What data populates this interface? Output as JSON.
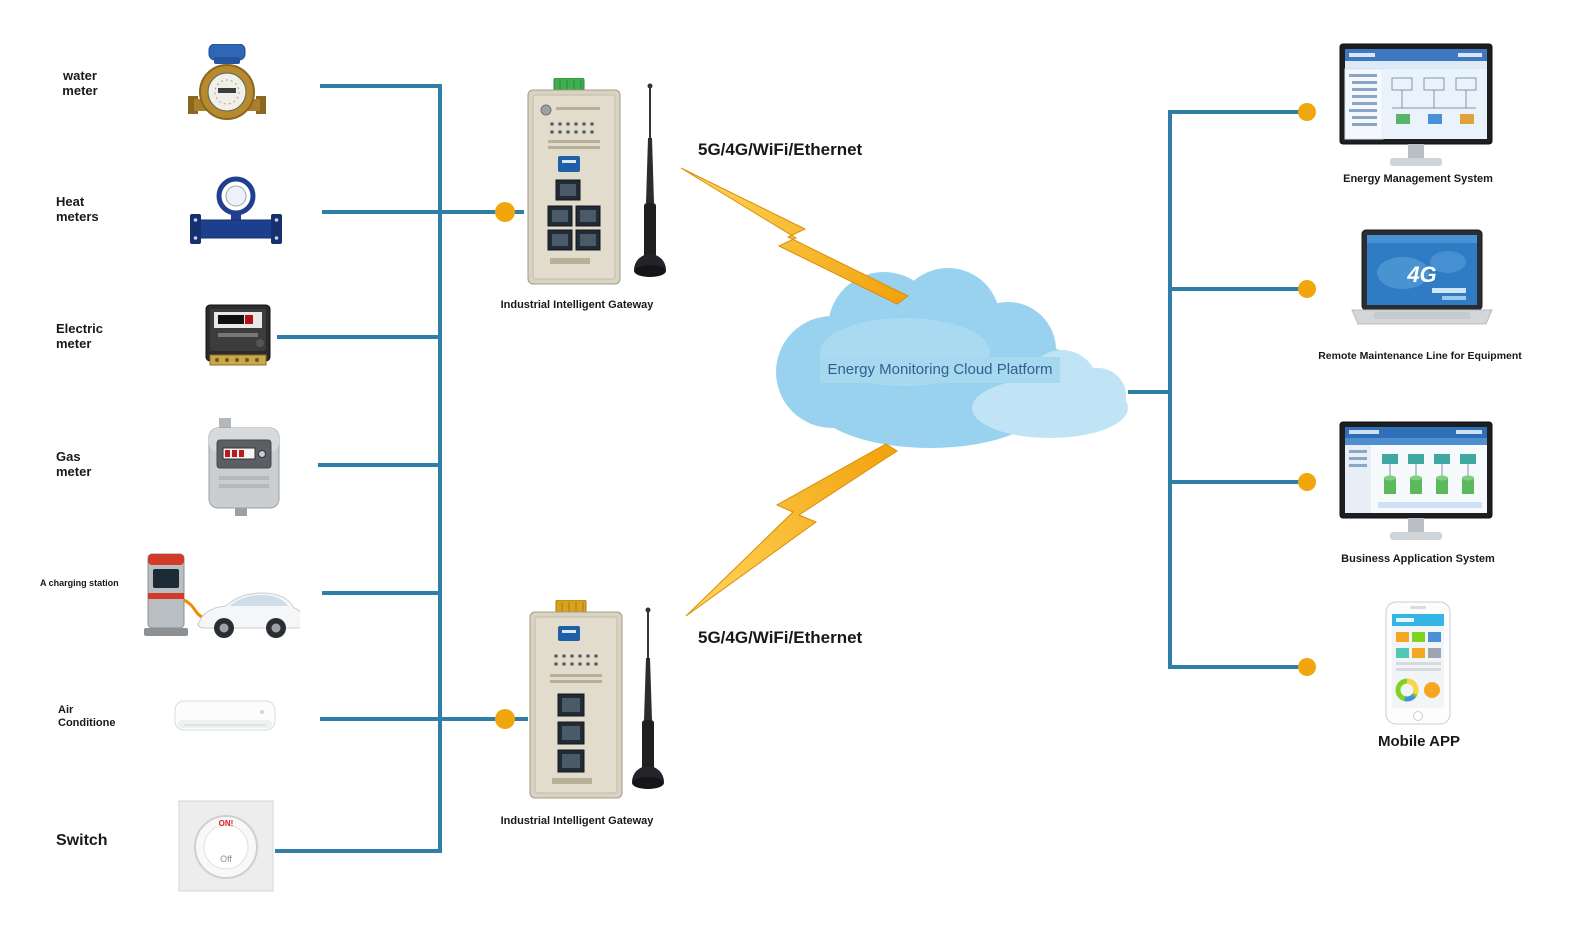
{
  "colors": {
    "line_blue": "#2e7ea8",
    "dot_orange": "#f2a60d",
    "cloud_blue": "#99d2ee",
    "cloud_blue_light": "#c0e4f6",
    "cloud_text_bg": "#a6d8f0",
    "cloud_text_color": "#31608f"
  },
  "left_devices": [
    {
      "label": "water\nmeter"
    },
    {
      "label": "Heat\nmeters"
    },
    {
      "label": "Electric\nmeter"
    },
    {
      "label": "Gas\nmeter"
    },
    {
      "label": "A charging station"
    },
    {
      "label": "Air\nConditione"
    },
    {
      "label": "Switch"
    }
  ],
  "gateways": {
    "top": {
      "caption": "Industrial Intelligent Gateway"
    },
    "bottom": {
      "caption": "Industrial Intelligent Gateway"
    }
  },
  "uplinks": {
    "top_label": "5G/4G/WiFi/Ethernet",
    "bottom_label": "5G/4G/WiFi/Ethernet"
  },
  "cloud": {
    "label": "Energy Monitoring Cloud Platform"
  },
  "right_systems": [
    {
      "caption": "Energy Management System"
    },
    {
      "caption": "Remote Maintenance Line for Equipment",
      "screen_text": "4G"
    },
    {
      "caption": "Business Application System"
    },
    {
      "caption": "Mobile APP"
    }
  ]
}
